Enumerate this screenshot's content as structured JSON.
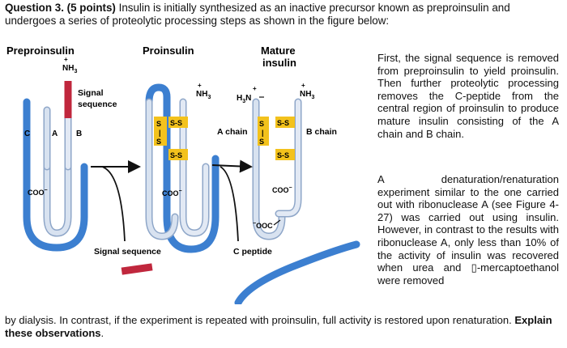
{
  "question": {
    "number_label": "Question 3. (5 points)",
    "prompt": " Insulin is initially synthesized as an inactive precursor known as preproinsulin and undergoes a series of proteolytic processing steps as shown in the figure below:"
  },
  "figure": {
    "titles": {
      "preproinsulin": "Preproinsulin",
      "proinsulin": "Proinsulin",
      "mature_line1": "Mature",
      "mature_line2": "insulin"
    },
    "labels": {
      "nh3": "NH",
      "nh3_sub": "3",
      "plus": "+",
      "h3n": "H",
      "h3n_sub": "3",
      "h3n_n": "N",
      "signal_line1": "Signal",
      "signal_line2": "sequence",
      "c": "C",
      "a": "A",
      "b": "B",
      "coo": "COO",
      "minus": "−",
      "a_chain": "A chain",
      "b_chain": "B chain",
      "ss": "S-S",
      "s": "S",
      "ooc": "OOC",
      "signal_sequence": "Signal sequence",
      "c_peptide": "C peptide"
    },
    "colors": {
      "a_chain": "#d8e2f0",
      "a_chain_edge": "#8ea6c8",
      "c_peptide": "#3c7fd0",
      "signal": "#c0273d",
      "b_chain": "#e2e9f4",
      "disulfide": "#f3c21c",
      "arrow": "#111111"
    }
  },
  "side_text": {
    "para1": "First, the signal sequence is removed from preproinsulin to yield proinsulin. Then further proteolytic processing removes the C-peptide from the central region of proinsulin to produce mature insulin consisting of the A chain and B chain.",
    "para2": "A denaturation/renaturation experiment similar to the one carried out with ribonuclease A (see Figure 4-27) was carried out using insulin. However, in contrast to the results with ribonuclease A, only less than 10% of the activity of insulin was recovered when urea and ▯-mercaptoethanol were removed"
  },
  "continuation": {
    "text": "by dialysis.  In contrast, if the experiment is repeated with proinsulin, full activity is restored upon renaturation. ",
    "bold_end": "Explain these observations",
    "period": "."
  }
}
